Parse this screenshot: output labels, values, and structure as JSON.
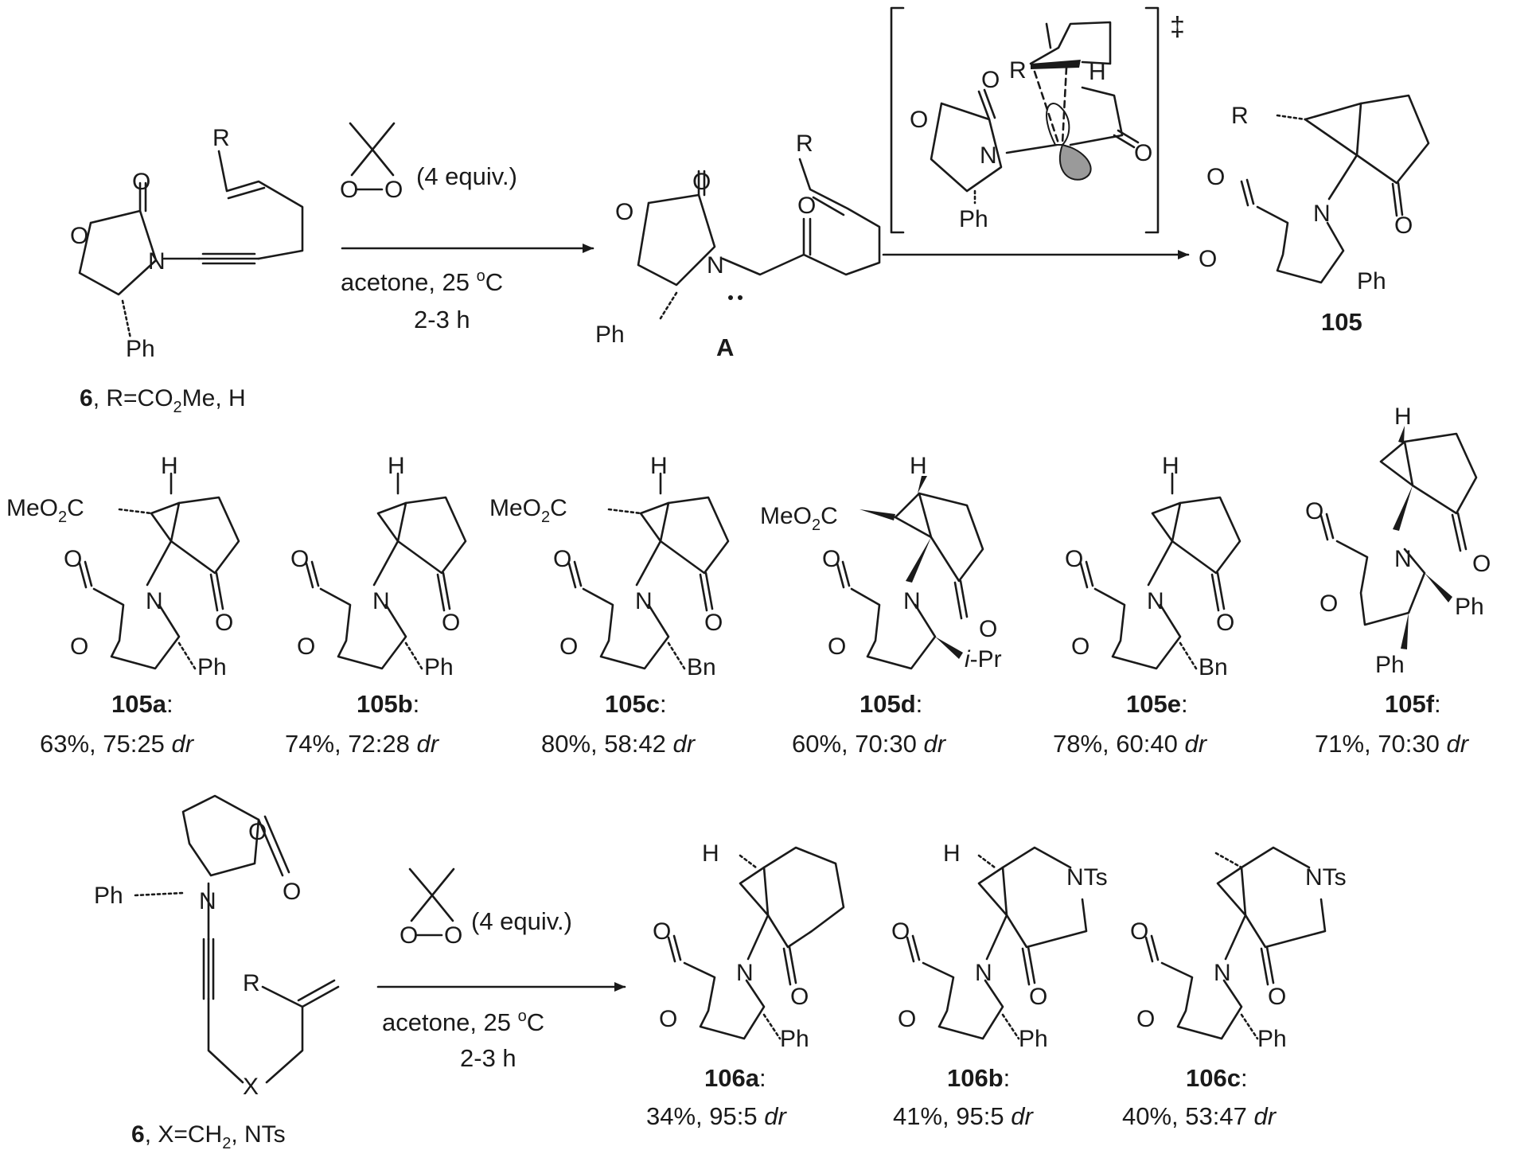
{
  "colors": {
    "ink": "#1a1a1a",
    "orbital_fill": "#9a9a9a"
  },
  "atoms": {
    "O": "O",
    "N": "N",
    "H": "H",
    "R": "R",
    "Ph": "Ph",
    "Bn": "Bn",
    "iPr_prefix": "i",
    "iPr_suffix": "-Pr",
    "MeO2C_prefix": "MeO",
    "MeO2C_sub": "2",
    "MeO2C_suffix": "C",
    "NTs": "NTs",
    "X": "X"
  },
  "reaction_1": {
    "substrate_label_id": "6",
    "substrate_label_rest": ", R=CO",
    "substrate_label_sub": "2",
    "substrate_label_tail": "Me, H",
    "reagent_equiv": "(4 equiv.)",
    "conditions_solvent": "acetone, 25 ",
    "conditions_deg": "o",
    "conditions_unit": "C",
    "conditions_time": "2-3 h",
    "intermediate_label": "A",
    "ts_symbol": "‡",
    "product_label": "105"
  },
  "products_105": [
    {
      "id": "105a",
      "yield": "63%, 75:25 ",
      "dr": "dr"
    },
    {
      "id": "105b",
      "yield": "74%, 72:28 ",
      "dr": "dr"
    },
    {
      "id": "105c",
      "yield": "80%, 58:42 ",
      "dr": "dr"
    },
    {
      "id": "105d",
      "yield": "60%, 70:30 ",
      "dr": "dr"
    },
    {
      "id": "105e",
      "yield": "78%, 60:40 ",
      "dr": "dr"
    },
    {
      "id": "105f",
      "yield": "71%, 70:30 ",
      "dr": "dr"
    }
  ],
  "reaction_2": {
    "substrate_label_id": "6",
    "substrate_label_rest": ", X=CH",
    "substrate_label_sub": "2",
    "substrate_label_tail": ", NTs",
    "reagent_equiv": "(4 equiv.)",
    "conditions_solvent": "acetone, 25 ",
    "conditions_deg": "o",
    "conditions_unit": "C",
    "conditions_time": "2-3 h"
  },
  "products_106": [
    {
      "id": "106a",
      "yield": "34%, 95:5 ",
      "dr": "dr"
    },
    {
      "id": "106b",
      "yield": "41%, 95:5 ",
      "dr": "dr"
    },
    {
      "id": "106c",
      "yield": "40%, 53:47 ",
      "dr": "dr"
    }
  ]
}
